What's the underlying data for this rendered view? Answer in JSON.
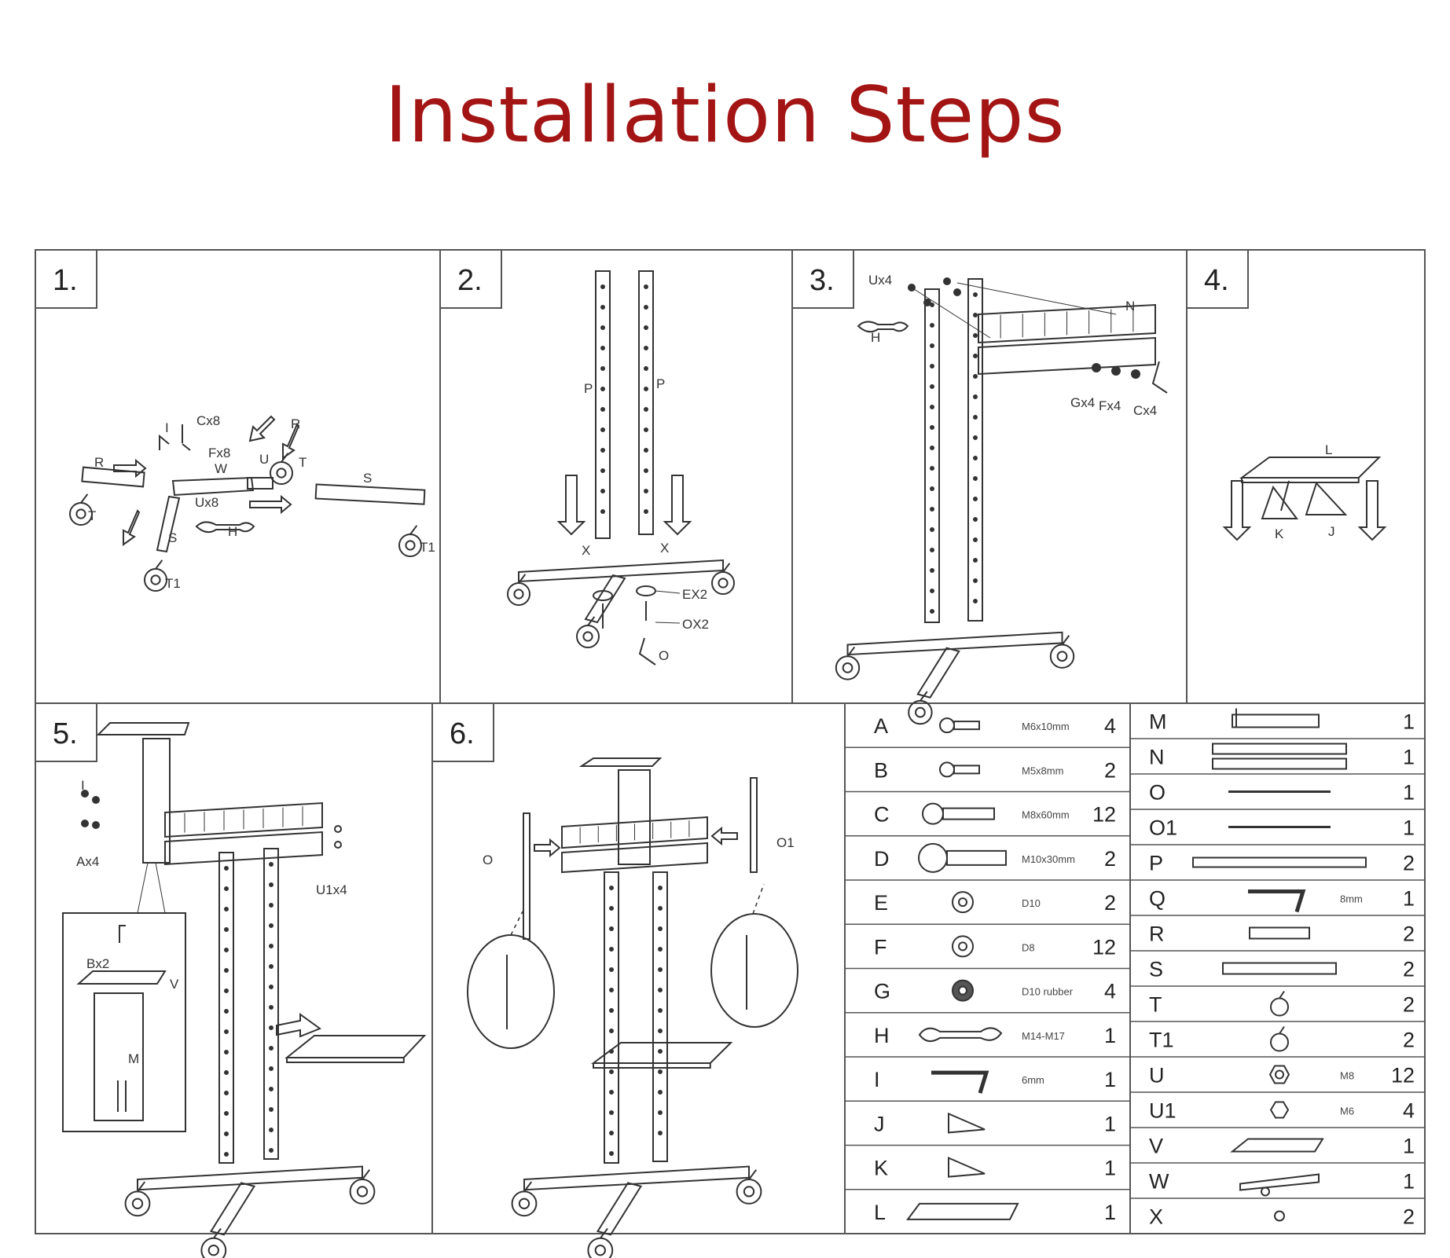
{
  "title": "Installation Steps",
  "colors": {
    "title": "#a31515",
    "line": "#333333",
    "frame": "#555555"
  },
  "steps": [
    {
      "number": "1.",
      "labels": [
        "Cx8",
        "Fx8",
        "R",
        "R",
        "T",
        "T",
        "T1",
        "T1",
        "W",
        "Ux8",
        "S",
        "S",
        "H",
        "I",
        "U"
      ]
    },
    {
      "number": "2.",
      "labels": [
        "P",
        "P",
        "X",
        "X",
        "EX2",
        "OX2",
        "O"
      ]
    },
    {
      "number": "3.",
      "labels": [
        "Ux4",
        "H",
        "N",
        "Gx4",
        "Fx4",
        "Cx4"
      ]
    },
    {
      "number": "4.",
      "labels": [
        "L",
        "K",
        "J"
      ]
    },
    {
      "number": "5.",
      "labels": [
        "I",
        "Ax4",
        "U1x4",
        "Bx2",
        "V",
        "M"
      ]
    },
    {
      "number": "6.",
      "labels": [
        "O",
        "O1"
      ]
    }
  ],
  "parts_left": [
    {
      "letter": "A",
      "spec": "M6x10mm",
      "qty": "4",
      "icon": "screw-short"
    },
    {
      "letter": "B",
      "spec": "M5x8mm",
      "qty": "2",
      "icon": "screw-short"
    },
    {
      "letter": "C",
      "spec": "M8x60mm",
      "qty": "12",
      "icon": "bolt-long"
    },
    {
      "letter": "D",
      "spec": "M10x30mm",
      "qty": "2",
      "icon": "bolt-large"
    },
    {
      "letter": "E",
      "spec": "D10",
      "qty": "2",
      "icon": "washer"
    },
    {
      "letter": "F",
      "spec": "D8",
      "qty": "12",
      "icon": "washer"
    },
    {
      "letter": "G",
      "spec": "D10 rubber",
      "qty": "4",
      "icon": "washer-rubber"
    },
    {
      "letter": "H",
      "spec": "M14-M17",
      "qty": "1",
      "icon": "wrench"
    },
    {
      "letter": "I",
      "spec": "6mm",
      "qty": "1",
      "icon": "allen-key"
    },
    {
      "letter": "J",
      "spec": "",
      "qty": "1",
      "icon": "bracket"
    },
    {
      "letter": "K",
      "spec": "",
      "qty": "1",
      "icon": "bracket"
    },
    {
      "letter": "L",
      "spec": "",
      "qty": "1",
      "icon": "tray"
    }
  ],
  "parts_right": [
    {
      "letter": "M",
      "spec": "",
      "qty": "1",
      "icon": "column"
    },
    {
      "letter": "N",
      "spec": "",
      "qty": "1",
      "icon": "rails"
    },
    {
      "letter": "O",
      "spec": "",
      "qty": "1",
      "icon": "hook-bar"
    },
    {
      "letter": "O1",
      "spec": "",
      "qty": "1",
      "icon": "hook-bar"
    },
    {
      "letter": "P",
      "spec": "",
      "qty": "2",
      "icon": "pole"
    },
    {
      "letter": "Q",
      "spec": "8mm",
      "qty": "1",
      "icon": "allen-key"
    },
    {
      "letter": "R",
      "spec": "",
      "qty": "2",
      "icon": "short-tube"
    },
    {
      "letter": "S",
      "spec": "",
      "qty": "2",
      "icon": "long-tube"
    },
    {
      "letter": "T",
      "spec": "",
      "qty": "2",
      "icon": "caster"
    },
    {
      "letter": "T1",
      "spec": "",
      "qty": "2",
      "icon": "caster"
    },
    {
      "letter": "U",
      "spec": "M8",
      "qty": "12",
      "icon": "nut"
    },
    {
      "letter": "U1",
      "spec": "M6",
      "qty": "4",
      "icon": "cap-nut"
    },
    {
      "letter": "V",
      "spec": "",
      "qty": "1",
      "icon": "plate"
    },
    {
      "letter": "W",
      "spec": "",
      "qty": "1",
      "icon": "hub"
    },
    {
      "letter": "X",
      "spec": "",
      "qty": "2",
      "icon": "small-nut"
    }
  ]
}
